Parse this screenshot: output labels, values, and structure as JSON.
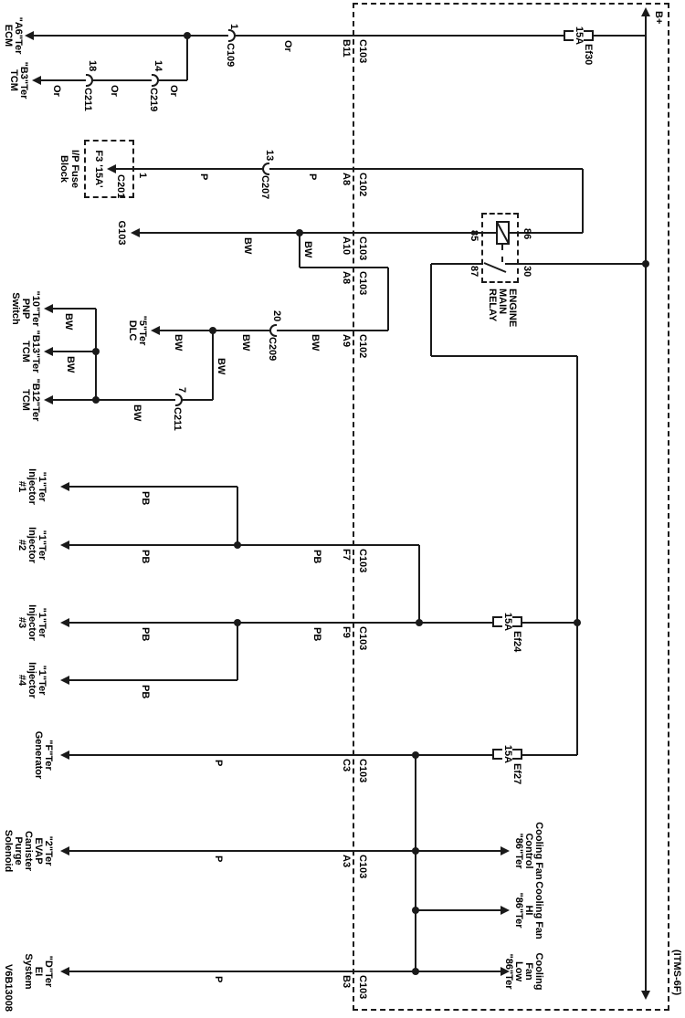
{
  "diagram": {
    "bus": {
      "label": "B+"
    },
    "codes": {
      "figure": "V6B13008",
      "sheet": "(ITMS-6F)"
    },
    "relay": {
      "name1": "ENGINE",
      "name2": "MAIN",
      "name3": "RELAY",
      "pin30": "30",
      "pin85": "85",
      "pin86": "86",
      "pin87": "87"
    },
    "fuses": {
      "ef30": {
        "name": "Ef30",
        "rating": "15A"
      },
      "ef24": {
        "name": "Ef24",
        "rating": "15A"
      },
      "ef27": {
        "name": "Ef27",
        "rating": "15A"
      }
    },
    "fuse_block": {
      "pin": "1",
      "connector": "C201",
      "fuse": "F3 '15A'",
      "name1": "I/P Fuse",
      "name2": "Block"
    },
    "connectors": {
      "c109": {
        "pin": "1",
        "name": "C109"
      },
      "c219": {
        "pin": "14",
        "name": "C219"
      },
      "c211a": {
        "pin": "18",
        "name": "C211"
      },
      "c207": {
        "pin": "13",
        "name": "C207"
      },
      "c209": {
        "pin": "20",
        "name": "C209"
      },
      "c211b": {
        "pin": "7",
        "name": "C211"
      }
    },
    "crossings": [
      {
        "name": "C103",
        "pin": "B11"
      },
      {
        "name": "C102",
        "pin": "A8"
      },
      {
        "name": "C103",
        "pin": "A10"
      },
      {
        "name": "C103",
        "pin": "A8"
      },
      {
        "name": "C102",
        "pin": "A9"
      },
      {
        "name": "C103",
        "pin": "F7"
      },
      {
        "name": "C103",
        "pin": "F9"
      },
      {
        "name": "C103",
        "pin": "C3"
      },
      {
        "name": "C103",
        "pin": "A3"
      },
      {
        "name": "C103",
        "pin": "B3"
      }
    ],
    "wire_colors": {
      "or": "Or",
      "p": "P",
      "bw": "BW",
      "pb": "PB"
    },
    "terminals": {
      "ecm": [
        "\"A6\"Ter",
        "ECM"
      ],
      "tcm_b3": [
        "\"B3\"Ter",
        "TCM"
      ],
      "pnp": [
        "\"10\"Ter",
        "PNP",
        "Switch"
      ],
      "tcm_b13": [
        "\"B13\"Ter",
        "TCM"
      ],
      "tcm_b12": [
        "\"B12\"Ter",
        "TCM"
      ],
      "dlc": [
        "\"5\"Ter",
        "DLC"
      ],
      "g103": [
        "G103"
      ],
      "inj1": [
        "\"1\"Ter",
        "Injector",
        "#1"
      ],
      "inj2": [
        "\"1\"Ter",
        "Injector",
        "#2"
      ],
      "inj3": [
        "\"1\"Ter",
        "Injector",
        "#3"
      ],
      "inj4": [
        "\"1\"Ter",
        "Injector",
        "#4"
      ],
      "generator": [
        "\"F\"Ter",
        "Generator"
      ],
      "evap": [
        "\"2\"Ter",
        "EVAP",
        "Canister",
        "Purge",
        "Solenoid"
      ],
      "ei": [
        "\"D\"Ter",
        "EI System"
      ],
      "fan_control": [
        "Cooling Fan",
        "Control",
        "\"86\"Ter"
      ],
      "fan_hi": [
        "Cooling Fan",
        "HI",
        "\"86\"Ter"
      ],
      "fan_low": [
        "Cooling Fan",
        "Low",
        "\"86\"Ter"
      ]
    }
  }
}
